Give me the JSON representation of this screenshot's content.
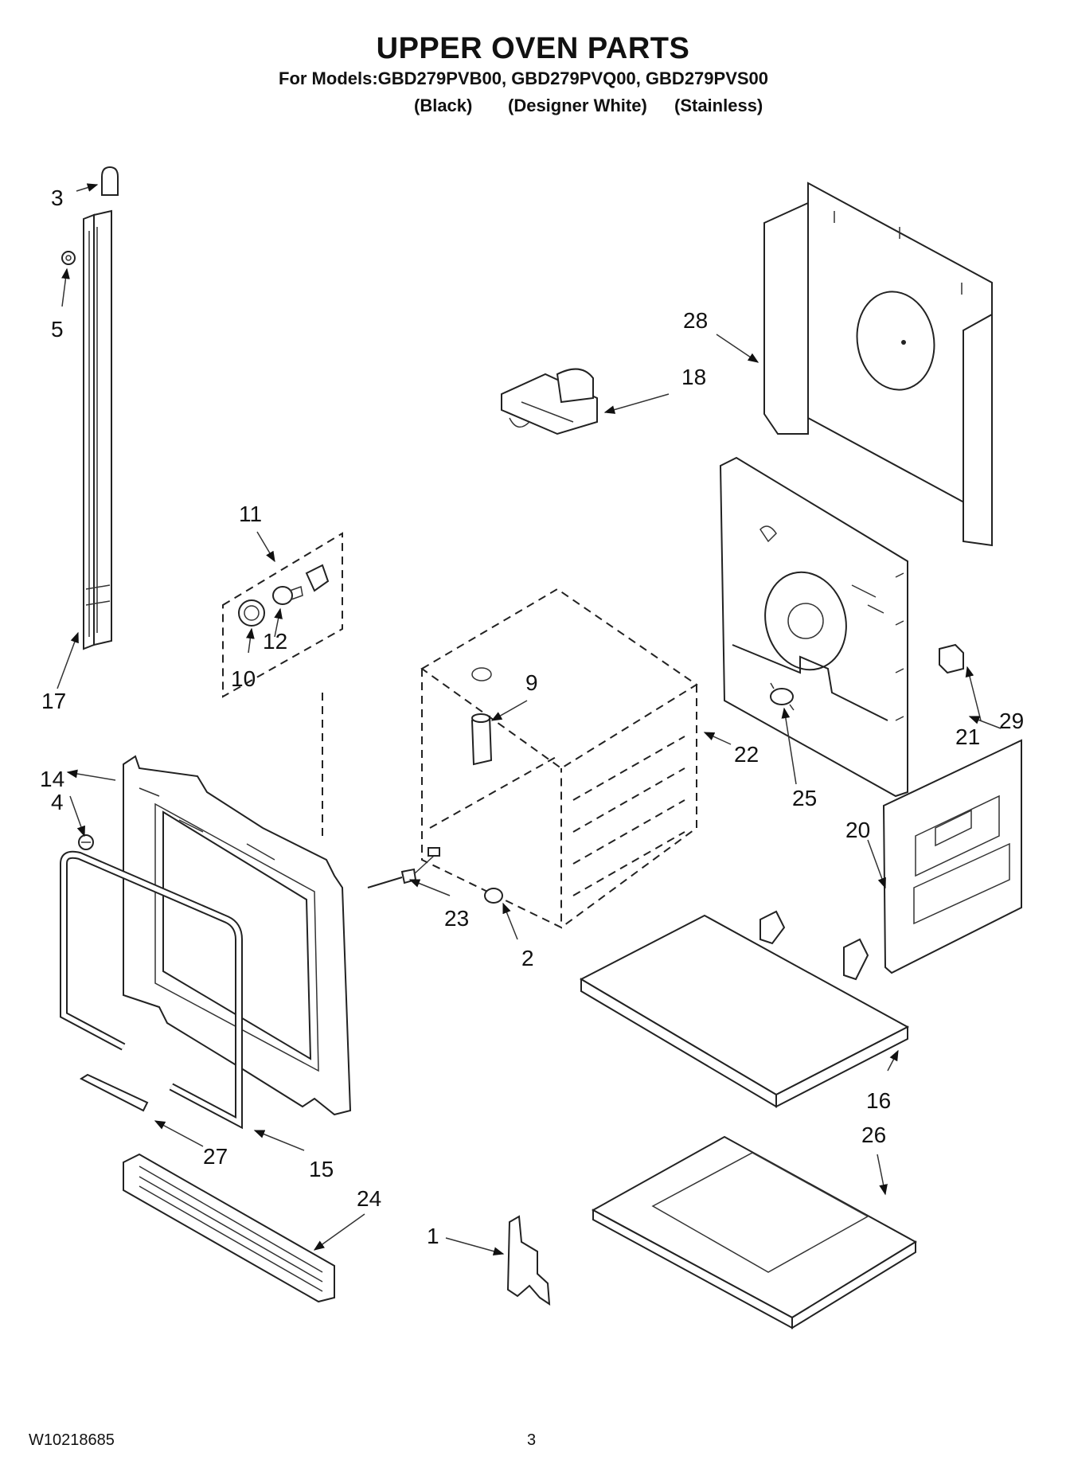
{
  "header": {
    "title": "UPPER OVEN PARTS",
    "models_line": "For Models:GBD279PVB00, GBD279PVQ00, GBD279PVS00",
    "variants": [
      "(Black)",
      "(Designer White)",
      "(Stainless)"
    ]
  },
  "callouts": {
    "c1": "1",
    "c2": "2",
    "c3": "3",
    "c4": "4",
    "c5": "5",
    "c9": "9",
    "c10": "10",
    "c11": "11",
    "c12": "12",
    "c14": "14",
    "c15": "15",
    "c16": "16",
    "c17": "17",
    "c18": "18",
    "c20": "20",
    "c21": "21",
    "c22": "22",
    "c23": "23",
    "c24": "24",
    "c25": "25",
    "c26": "26",
    "c27": "27",
    "c28": "28",
    "c29": "29"
  },
  "footer": {
    "doc_number": "W10218685",
    "page_number": "3"
  }
}
